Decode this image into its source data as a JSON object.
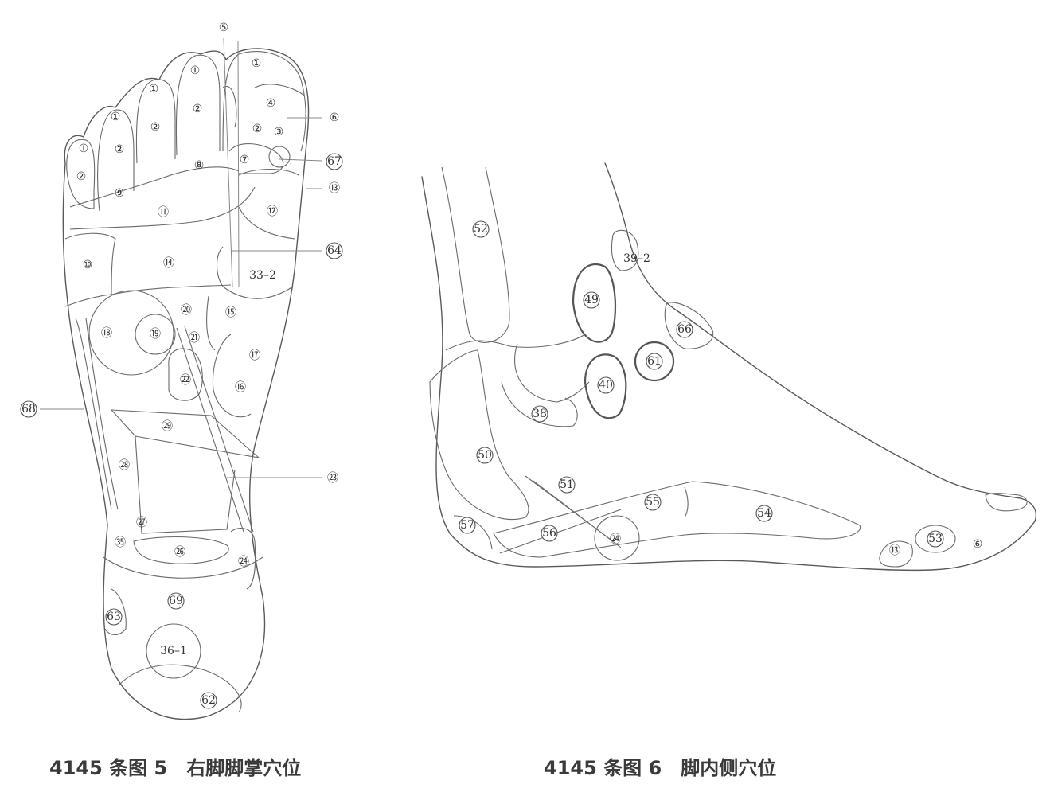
{
  "figures": [
    {
      "id": "sole",
      "caption": "4145 条图 5　右脚脚掌穴位",
      "points": [
        {
          "label": "①"
        },
        {
          "label": "①"
        },
        {
          "label": "①"
        },
        {
          "label": "①"
        },
        {
          "label": "①"
        },
        {
          "label": "②"
        },
        {
          "label": "②"
        },
        {
          "label": "②"
        },
        {
          "label": "②"
        },
        {
          "label": "②"
        },
        {
          "label": "②"
        },
        {
          "label": "⑤"
        },
        {
          "label": "④"
        },
        {
          "label": "③"
        },
        {
          "label": "⑥"
        },
        {
          "label": "67"
        },
        {
          "label": "⑦"
        },
        {
          "label": "⑧"
        },
        {
          "label": "⑨"
        },
        {
          "label": "⑪"
        },
        {
          "label": "⑫"
        },
        {
          "label": "⑬"
        },
        {
          "label": "⑩"
        },
        {
          "label": "⑭"
        },
        {
          "label": "64"
        },
        {
          "label": "33–2"
        },
        {
          "label": "⑮"
        },
        {
          "label": "⑳"
        },
        {
          "label": "⑱"
        },
        {
          "label": "⑲"
        },
        {
          "label": "㉑"
        },
        {
          "label": "⑰"
        },
        {
          "label": "㉒"
        },
        {
          "label": "⑯"
        },
        {
          "label": "68"
        },
        {
          "label": "㉙"
        },
        {
          "label": "㉘"
        },
        {
          "label": "㉓"
        },
        {
          "label": "㉗"
        },
        {
          "label": "㉟"
        },
        {
          "label": "㉖"
        },
        {
          "label": "㉔"
        },
        {
          "label": "69"
        },
        {
          "label": "63"
        },
        {
          "label": "36–1"
        },
        {
          "label": "62"
        }
      ]
    },
    {
      "id": "inner",
      "caption": "4145 条图 6　脚内侧穴位",
      "points": [
        {
          "label": "52"
        },
        {
          "label": "39–2"
        },
        {
          "label": "49"
        },
        {
          "label": "66"
        },
        {
          "label": "61"
        },
        {
          "label": "40"
        },
        {
          "label": "38"
        },
        {
          "label": "50"
        },
        {
          "label": "51"
        },
        {
          "label": "55"
        },
        {
          "label": "54"
        },
        {
          "label": "57"
        },
        {
          "label": "56"
        },
        {
          "label": "㉔"
        },
        {
          "label": "⑬"
        },
        {
          "label": "53"
        },
        {
          "label": "⑥"
        }
      ]
    }
  ]
}
